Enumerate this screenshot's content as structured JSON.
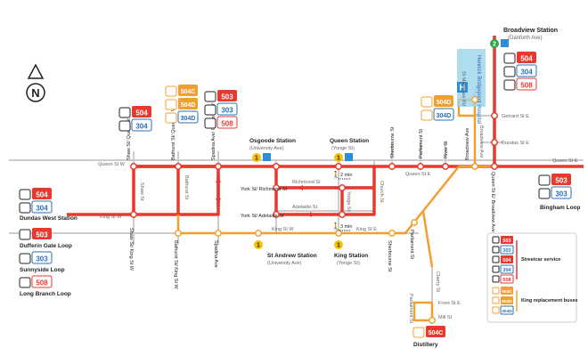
{
  "colors": {
    "streetcar": "#e8392f",
    "bus": "#f0a030",
    "route303": "#2a6fba",
    "route304": "#2a6fba",
    "street": "#cccccc",
    "stop_fill": "#ffffff",
    "subway_station": "#f5c400",
    "subway_line2": "#2fa34a",
    "accessible": "#2a8fd6",
    "hospital": "#9bd3ea",
    "text": "#222222",
    "grey_text": "#666666"
  },
  "compass": {
    "letter": "N"
  },
  "route_badges": {
    "r504": "504",
    "r304": "304",
    "r503": "503",
    "r303": "303",
    "r508": "508",
    "r504c": "504C",
    "r504d": "504D",
    "r304d": "304D"
  },
  "stations": {
    "broadview": {
      "name": "Broadview Station",
      "sub": "(Danforth Ave)",
      "line": "2"
    },
    "osgoode": {
      "name": "Osgoode Station",
      "sub": "(University Ave)",
      "line": "1"
    },
    "queen": {
      "name": "Queen Station",
      "sub": "(Yonge St)",
      "line": "1"
    },
    "st_andrew": {
      "name": "St Andrew Station",
      "sub": "(University Ave)",
      "line": "1"
    },
    "king": {
      "name": "King Station",
      "sub": "(Yonge St)",
      "line": "1"
    }
  },
  "destinations": {
    "dundas_west": "Dundas West Station",
    "dufferin_gate": "Dufferin Gate Loop",
    "sunnyside": "Sunnyside Loop",
    "long_branch": "Long Branch Loop",
    "bingham": "Bingham Loop",
    "distillery": "Distillery"
  },
  "hospital": {
    "name": "Hennick Bridgepoint Hospital",
    "letter": "H"
  },
  "walk": {
    "queen": "2 min",
    "king": "3 min"
  },
  "streets": {
    "queen_w": "Queen St W",
    "queen_e": "Queen St E",
    "queen_e2": "Queen St E",
    "king_w": "King St W",
    "king_w2": "King St W",
    "king_e": "King St E",
    "richmond": "Richmond St",
    "adelaide": "Adelaide St",
    "shaw": "Shaw St",
    "bathurst": "Bathurst St",
    "church": "Church St",
    "yonge": "Yonge St",
    "broadview_ave": "Broadview Ave",
    "st_matthews": "St Matthews Rd",
    "gerrard": "Gerrard St E",
    "dundas_e": "Dundas St E",
    "cherry": "Cherry St",
    "front_e": "Front St E",
    "mill": "Mill St",
    "parliament_lower": "Parliament St"
  },
  "stops": {
    "shaw_queen": "Shaw St/ Queen St W",
    "bathurst_queen": "Bathurst St/ Queen St W",
    "spadina_queen": "Spadina Ave/ Queen St W",
    "york_richmond": "York St/ Richmond St",
    "york_adelaide": "York St/ Adelaide St",
    "sherbourne_n": "Sherbourne St",
    "parliament_n": "Parliament St",
    "river": "River St",
    "broadview_n": "Broadview Ave",
    "queen_broadview": "Queen St E/ Broadview Ave",
    "shaw_king": "Shaw St/ King St W",
    "bathurst_king": "Bathurst St/ King St W",
    "spadina_king": "Spadina Ave",
    "sherbourne_s": "Sherbourne St",
    "parliament_s": "Parliament St"
  },
  "legend": {
    "streetcar_label": "Streetcar service",
    "bus_label": "King replacement buses"
  }
}
